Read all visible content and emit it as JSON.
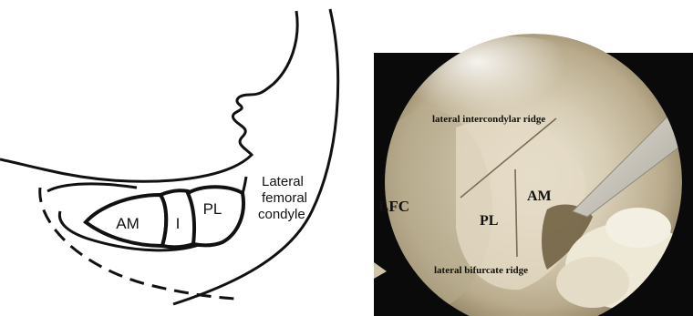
{
  "schematic": {
    "bundles": {
      "am": "AM",
      "intermediate": "I",
      "pl": "PL"
    },
    "condyle_label": [
      "Lateral",
      "femoral",
      "condyle"
    ]
  },
  "arthroscopy": {
    "labels": {
      "lfc": "LFC",
      "am": "AM",
      "pl": "PL",
      "intercondylar_ridge": "lateral intercondylar ridge",
      "bifurcate_ridge": "lateral bifurcate ridge"
    },
    "colors": {
      "frame": "#0a0a0a",
      "scope_field": "#cfc4aa",
      "footprint": "#ddd4bd",
      "cavity": "#6b5a3c",
      "instrument": "#c9c6bd"
    }
  }
}
